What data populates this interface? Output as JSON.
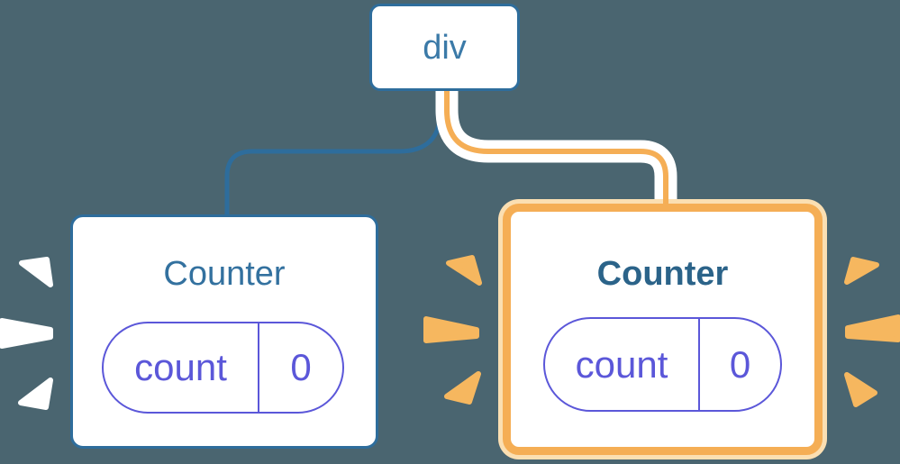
{
  "diagram": {
    "description_root": "div",
    "tree": {
      "root": {
        "label": "div"
      },
      "children": [
        {
          "label": "Counter",
          "highlighted": false,
          "state": {
            "name": "count",
            "value": "0"
          }
        },
        {
          "label": "Counter",
          "highlighted": true,
          "state": {
            "name": "count",
            "value": "0"
          }
        }
      ]
    }
  },
  "colors": {
    "background": "#4A6570",
    "node_border_blue": "#2E6D9C",
    "node_text_blue": "#3B7AA8",
    "title_teal": "#33719F",
    "title_teal_bold": "#2B6389",
    "state_purple": "#5B57D9",
    "highlight_orange": "#F5AE55",
    "highlight_orange_pale": "#FBDFB2",
    "spark_orange": "#F6B75F",
    "spark_white": "#FFFFFF",
    "card_background": "#FFFFFF"
  }
}
